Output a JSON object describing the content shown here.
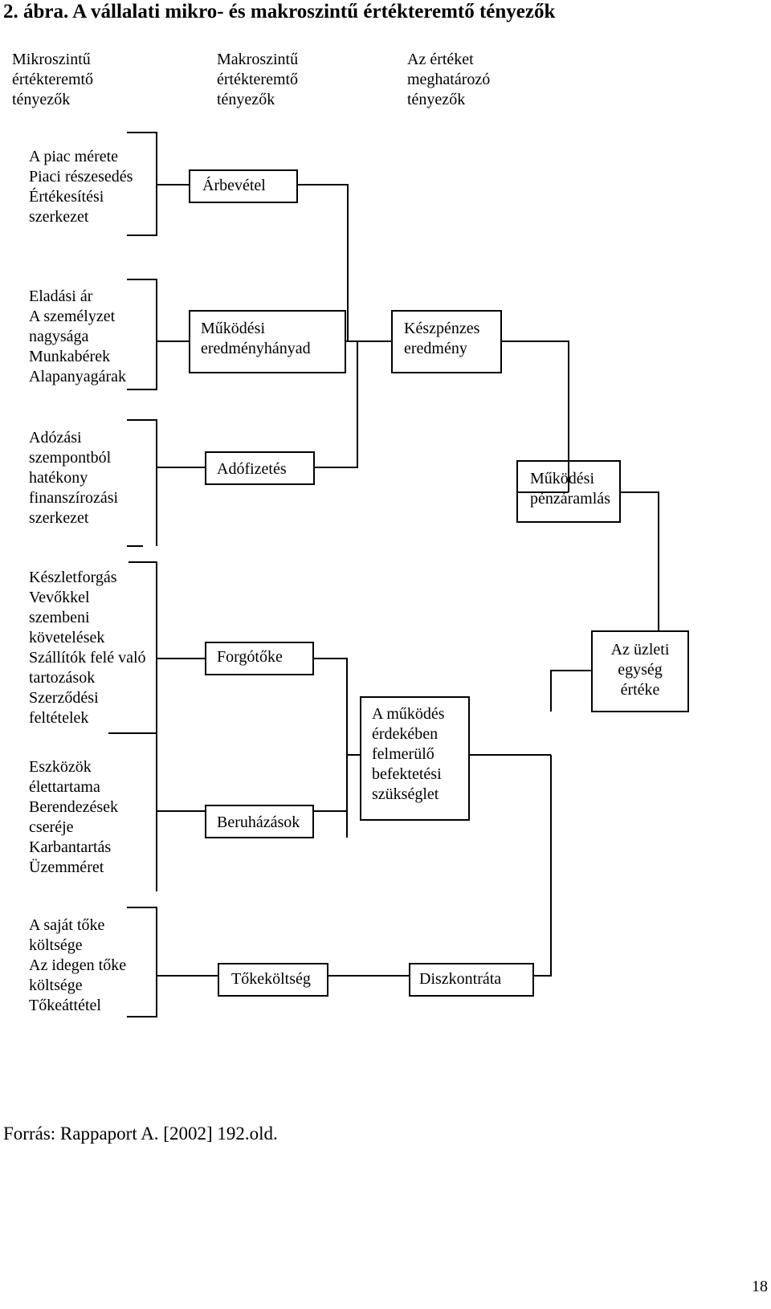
{
  "title": "2. ábra. A vállalati mikro- és makroszintű értékteremtő tényezők",
  "columns": {
    "micro": "Mikroszintű\nértékteremtő\ntényezők",
    "macro": "Makroszintű\nértékteremtő\ntényezők",
    "value": "Az értéket\nmeghatározó\ntényezők"
  },
  "groups": {
    "g1": "A piac mérete\nPiaci részesedés\nÉrtékesítési\nszerkezet",
    "g2": "Eladási ár\nA személyzet\nnagysága\nMunkabérek\nAlapanyagárak",
    "g3": "Adózási\nszempontból\nhatékony\nfinanszírozási\nszerkezet",
    "g4": "Készletforgás\nVevőkkel\nszembeni\nkövetelések\nSzállítók felé való\ntartozások\nSzerződési\nfeltételek",
    "g5": "Eszközök\nélettartama\nBerendezések\ncseréje\nKarbantartás\nÜzemméret",
    "g6": "A saját tőke\nköltsége\nAz idegen tőke\nköltsége\nTőkeáttétel"
  },
  "boxes": {
    "arbevetel": "Árbevétel",
    "mukodesi_eredmenyhanyad": "Működési\neredményhányad",
    "keszpenzes_eredmeny": "Készpénzes\neredmény",
    "adofizetes": "Adófizetés",
    "mukodesi_penzaramlas": "Működési\npénzáramlás",
    "forgotoke": "Forgótőke",
    "beruhazasok": "Beruházások",
    "befektetesi_szukseglet": "A működés\nérdekében\nfelmerülő\nbefektetési\nszükséglet",
    "uzleti_egyseg_erteke": "Az üzleti\negység\nértéke",
    "tokekoltseg": "Tőkeköltség",
    "diszkontrata": "Diszkontráta"
  },
  "source": "Forrás: Rappaport A. [2002] 192.old.",
  "page_number": "18"
}
